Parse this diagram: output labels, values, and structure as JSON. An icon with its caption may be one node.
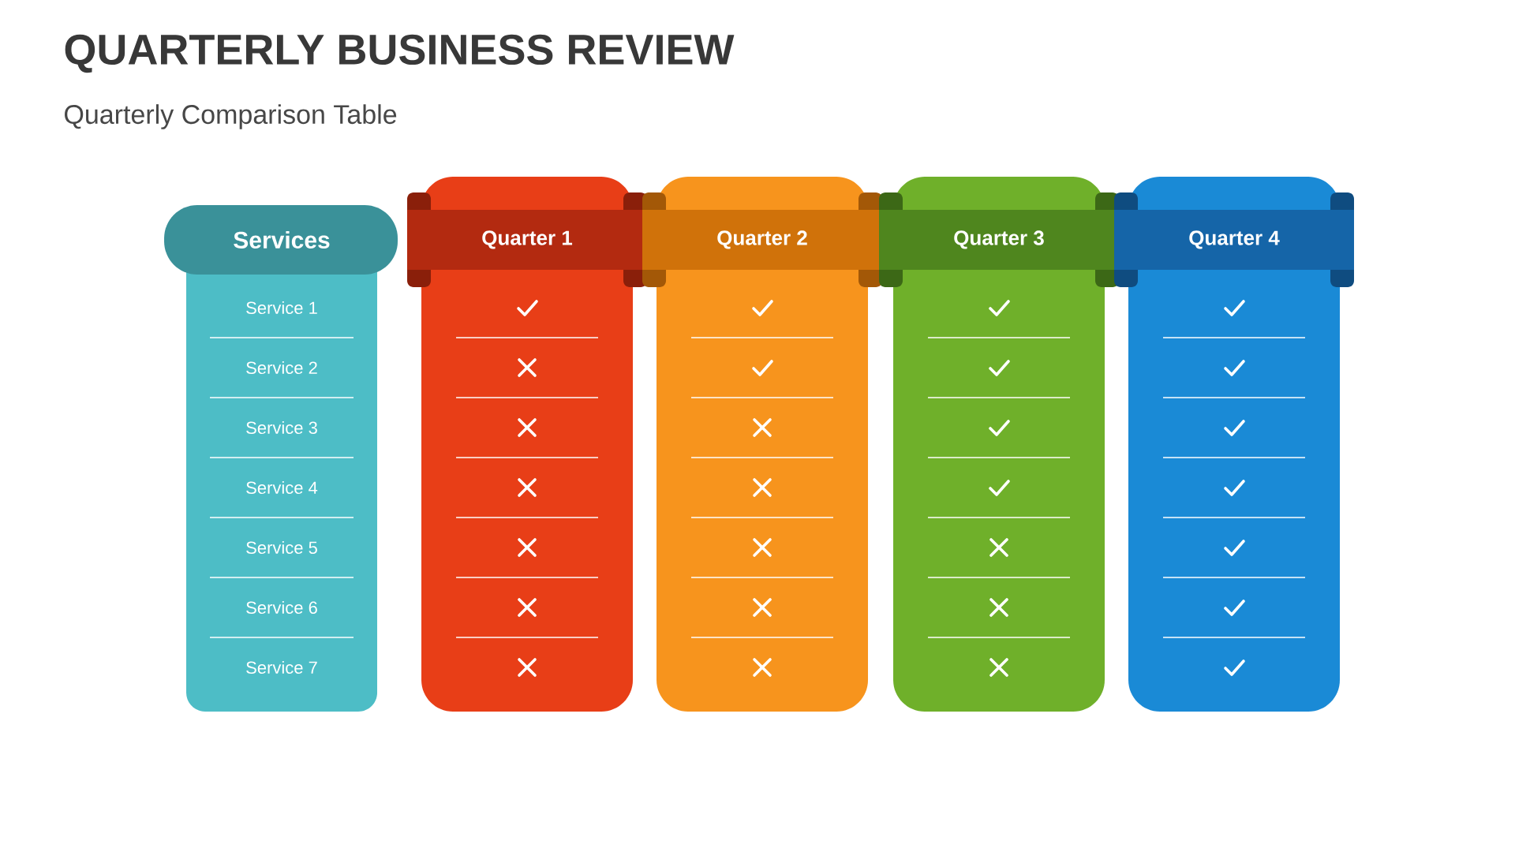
{
  "diagram": {
    "title": "QUARTERLY BUSINESS REVIEW",
    "nodes": [
      {
        "text": [
          "Services"
        ]
      },
      {
        "text": [
          "Service 1"
        ],
        "in": 0
      },
      {
        "text": [
          "Service 2"
        ],
        "in": 0
      },
      {
        "text": [
          "Service 3"
        ],
        "in": 0
      },
      {
        "text": [
          "Service 4"
        ],
        "in": 0
      },
      {
        "text": [
          "Service 5"
        ],
        "in": 0
      },
      {
        "text": [
          "Service 6"
        ],
        "in": 0
      },
      {
        "text": [
          "Service 7"
        ],
        "in": 0
      },
      {
        "text": [
          "Quarter 1"
        ]
      },
      {
        "text": [],
        "shape": "check",
        "in": 8
      },
      {
        "text": [],
        "shape": "cross",
        "in": 8
      },
      {
        "text": [],
        "shape": "cross",
        "in": 8
      },
      {
        "text": [],
        "shape": "cross",
        "in": 8
      },
      {
        "text": [],
        "shape": "cross",
        "in": 8
      },
      {
        "text": [],
        "shape": "cross",
        "in": 8
      },
      {
        "text": [],
        "shape": "cross",
        "in": 8
      },
      {
        "text": [
          "Quarter 2"
        ]
      },
      {
        "text": [],
        "shape": "check",
        "in": 16
      },
      {
        "text": [],
        "shape": "check",
        "in": 16
      },
      {
        "text": [],
        "shape": "cross",
        "in": 16
      },
      {
        "text": [],
        "shape": "cross",
        "in": 16
      },
      {
        "text": [],
        "shape": "cross",
        "in": 16
      },
      {
        "text": [],
        "shape": "cross",
        "in": 16
      },
      {
        "text": [],
        "shape": "cross",
        "in": 16
      },
      {
        "text": [
          "Quarter 3"
        ]
      },
      {
        "text": [],
        "shape": "check",
        "in": 24
      },
      {
        "text": [],
        "shape": "check",
        "in": 24
      },
      {
        "text": [],
        "shape": "check",
        "in": 24
      },
      {
        "text": [],
        "shape": "check",
        "in": 24
      },
      {
        "text": [],
        "shape": "cross",
        "in": 24
      },
      {
        "text": [],
        "shape": "cross",
        "in": 24
      },
      {
        "text": [],
        "shape": "cross",
        "in": 24
      },
      {
        "text": [
          "Quarter 4"
        ]
      },
      {
        "text": [],
        "shape": "check",
        "in": 32
      },
      {
        "text": [],
        "shape": "check",
        "in": 32
      },
      {
        "text": [],
        "shape": "check",
        "in": 32
      },
      {
        "text": [],
        "shape": "check",
        "in": 32
      },
      {
        "text": [],
        "shape": "check",
        "in": 32
      },
      {
        "text": [],
        "shape": "check",
        "in": 32
      },
      {
        "text": [],
        "shape": "check",
        "in": 32
      }
    ],
    "labels": [
      "Quarterly Comparison Table"
    ]
  }
}
